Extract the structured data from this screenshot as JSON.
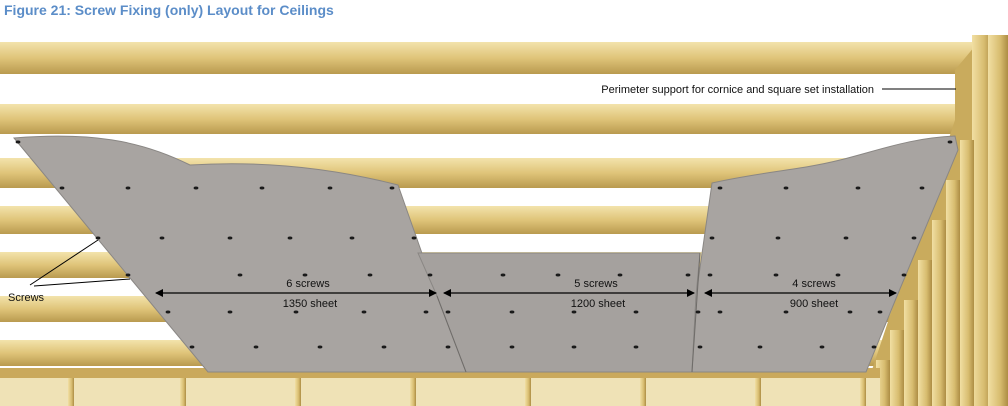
{
  "figure_title": "Figure 21: Screw Fixing (only) Layout for Ceilings",
  "labels": {
    "perimeter": "Perimeter support for cornice and square set installation",
    "screws": "Screws"
  },
  "sheets": [
    {
      "screws": "6 screws",
      "size": "1350 sheet"
    },
    {
      "screws": "5 screws",
      "size": "1200 sheet"
    },
    {
      "screws": "4 screws",
      "size": "900 sheet"
    }
  ],
  "colors": {
    "timber_light": "#e9d79a",
    "timber_mid": "#d6bd6f",
    "timber_dark": "#b8984a",
    "plasterboard": "#a7a3a0",
    "plasterboard_edge": "#8d8a87",
    "title": "#5b8dc8"
  }
}
